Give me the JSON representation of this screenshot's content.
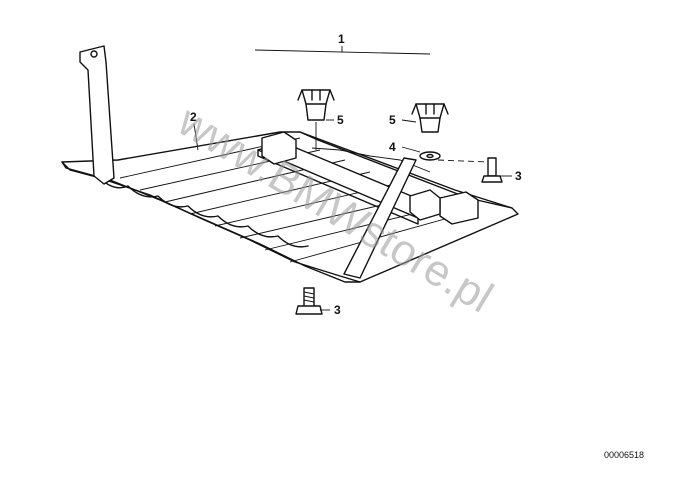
{
  "diagram": {
    "callouts": [
      {
        "id": "c1",
        "label": "1"
      },
      {
        "id": "c2",
        "label": "2"
      },
      {
        "id": "c3a",
        "label": "3"
      },
      {
        "id": "c3b",
        "label": "3"
      },
      {
        "id": "c4",
        "label": "4"
      },
      {
        "id": "c5a",
        "label": "5"
      },
      {
        "id": "c5b",
        "label": "5"
      }
    ],
    "watermark": "www.BMWstore.pl",
    "drawing_number": "00006518"
  }
}
